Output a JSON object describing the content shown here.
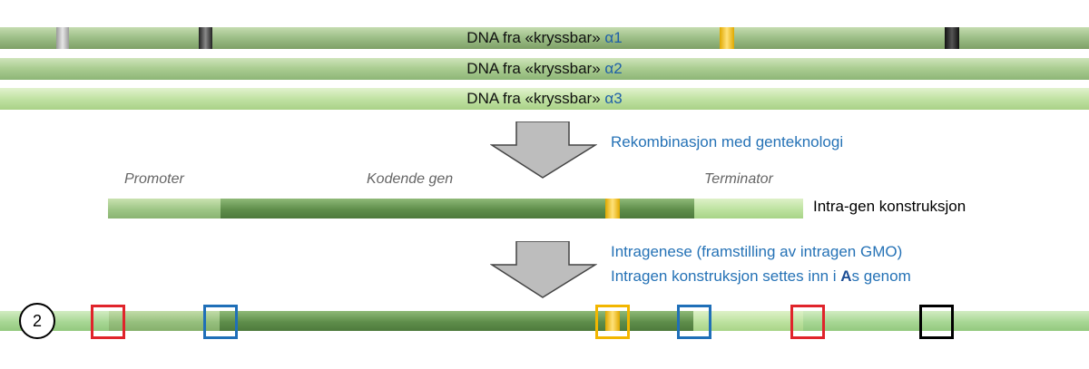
{
  "strands": [
    {
      "label_prefix": "DNA fra «kryssbar» ",
      "greek": "α1"
    },
    {
      "label_prefix": "DNA fra «kryssbar» ",
      "greek": "α2"
    },
    {
      "label_prefix": "DNA fra «kryssbar» ",
      "greek": "α3"
    }
  ],
  "step1": {
    "caption": "Rekombinasjon med genteknologi"
  },
  "construct": {
    "promoter_label": "Promoter",
    "coding_label": "Kodende gen",
    "terminator_label": "Terminator",
    "name": "Intra-gen konstruksjon"
  },
  "step2": {
    "caption_line1": "Intragenese (framstilling av intragen GMO)",
    "caption_line2_pre": "Intragen konstruksjon settes inn i ",
    "caption_line2_bold": "A",
    "caption_line2_post": "s genom"
  },
  "genome": {
    "marker_number": "2"
  },
  "colors": {
    "arrow_fill": "#bdbdbd",
    "caption_blue": "#2572b6",
    "box_red": "#e0242b",
    "box_blue": "#1f6fb8",
    "box_gold": "#f2b600",
    "box_black": "#000000"
  }
}
